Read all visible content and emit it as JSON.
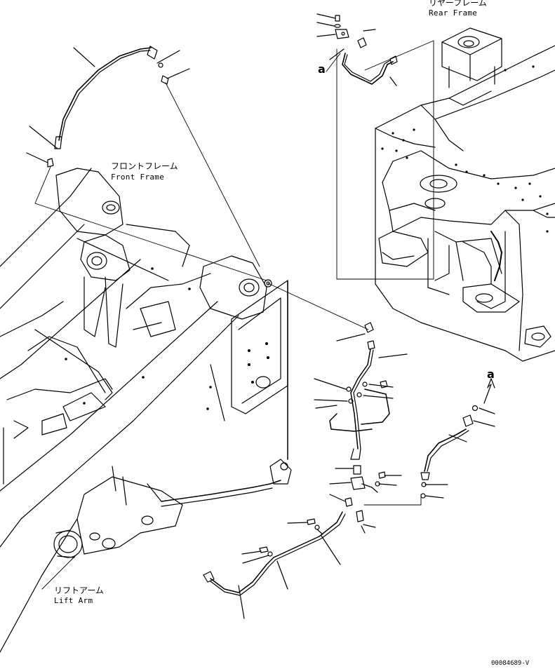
{
  "labels": {
    "rear_frame_jp": "リヤーフレーム",
    "rear_frame_en": "Rear Frame",
    "front_frame_jp": "フロントフレーム",
    "front_frame_en": "Front Frame",
    "lift_arm_jp": "リフトアーム",
    "lift_arm_en": "Lift Arm",
    "ref_a_top": "a",
    "ref_a_right": "a",
    "drawing_number": "00084689-V"
  }
}
